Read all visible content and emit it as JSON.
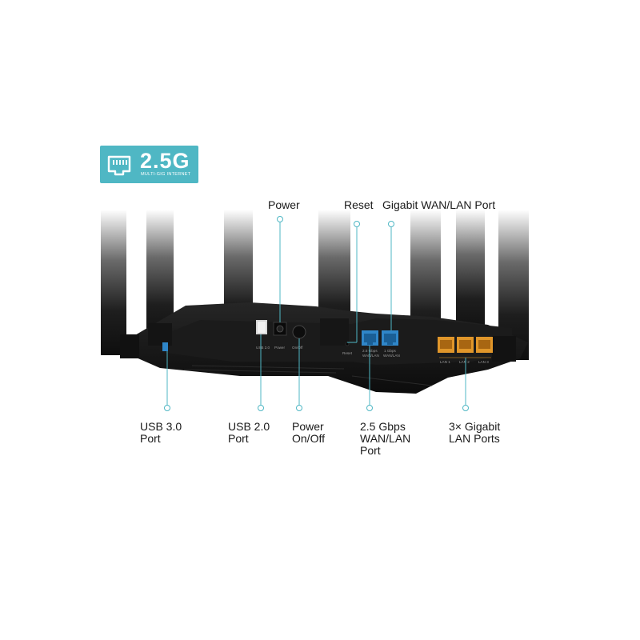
{
  "badge": {
    "main": "2.5G",
    "sub": "MULTI-GIG INTERNET",
    "icon": "ethernet-port-icon",
    "color": "#4fb7c4"
  },
  "callouts": {
    "power": "Power",
    "reset": "Reset",
    "gigabit_wan_lan": "Gigabit WAN/LAN Port",
    "usb30": "USB 3.0\nPort",
    "usb20": "USB 2.0\nPort",
    "power_onoff": "Power\nOn/Off",
    "wan25": "2.5 Gbps\nWAN/LAN\nPort",
    "lan_ports": "3× Gigabit\nLAN Ports"
  },
  "panel_labels": {
    "usb": "USB 2.0",
    "power": "Power",
    "onoff": "On/Off",
    "reset": "Reset",
    "wan25": "2.5 Gbps",
    "wan25_sub": "WAN/LAN",
    "gig": "1 Gbps",
    "gig_sub": "WAN/LAN",
    "lan1": "LAN 1",
    "lan2": "LAN 2",
    "lan3": "LAN 3"
  },
  "colors": {
    "callout_line": "#4fb7c4",
    "router_body": "#141414",
    "wan_port": "#2f86c9",
    "lan_port": "#e0962a"
  }
}
